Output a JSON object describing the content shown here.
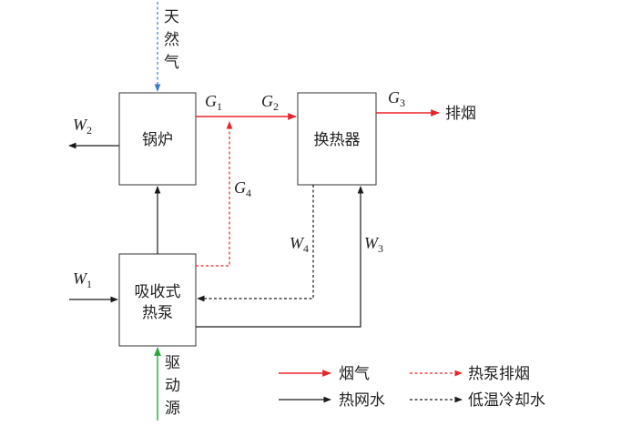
{
  "colors": {
    "flue_gas": "#e8262a",
    "heat_pump_exhaust": "#e8262a",
    "hot_water": "#1a1a1a",
    "cooling_water": "#1a1a1a",
    "natural_gas": "#3a7ac8",
    "drive_source": "#2aa83a"
  },
  "nodes": {
    "boiler": "锅炉",
    "heat_exchanger": "换热器",
    "heat_pump_line1": "吸收式",
    "heat_pump_line2": "热泵"
  },
  "labels": {
    "natural_gas": [
      "天",
      "然",
      "气"
    ],
    "drive_source": [
      "驱",
      "动",
      "源"
    ],
    "exhaust": "排烟",
    "W2": {
      "base": "W",
      "sub": "2"
    },
    "W1": {
      "base": "W",
      "sub": "1"
    },
    "W3": {
      "base": "W",
      "sub": "3"
    },
    "W4": {
      "base": "W",
      "sub": "4"
    },
    "G1": {
      "base": "G",
      "sub": "1"
    },
    "G2": {
      "base": "G",
      "sub": "2"
    },
    "G3": {
      "base": "G",
      "sub": "3"
    },
    "G4": {
      "base": "G",
      "sub": "4"
    }
  },
  "legend": {
    "flue_gas": "烟气",
    "heat_pump_exhaust": "热泵排烟",
    "hot_water": "热网水",
    "cooling_water": "低温冷却水"
  }
}
